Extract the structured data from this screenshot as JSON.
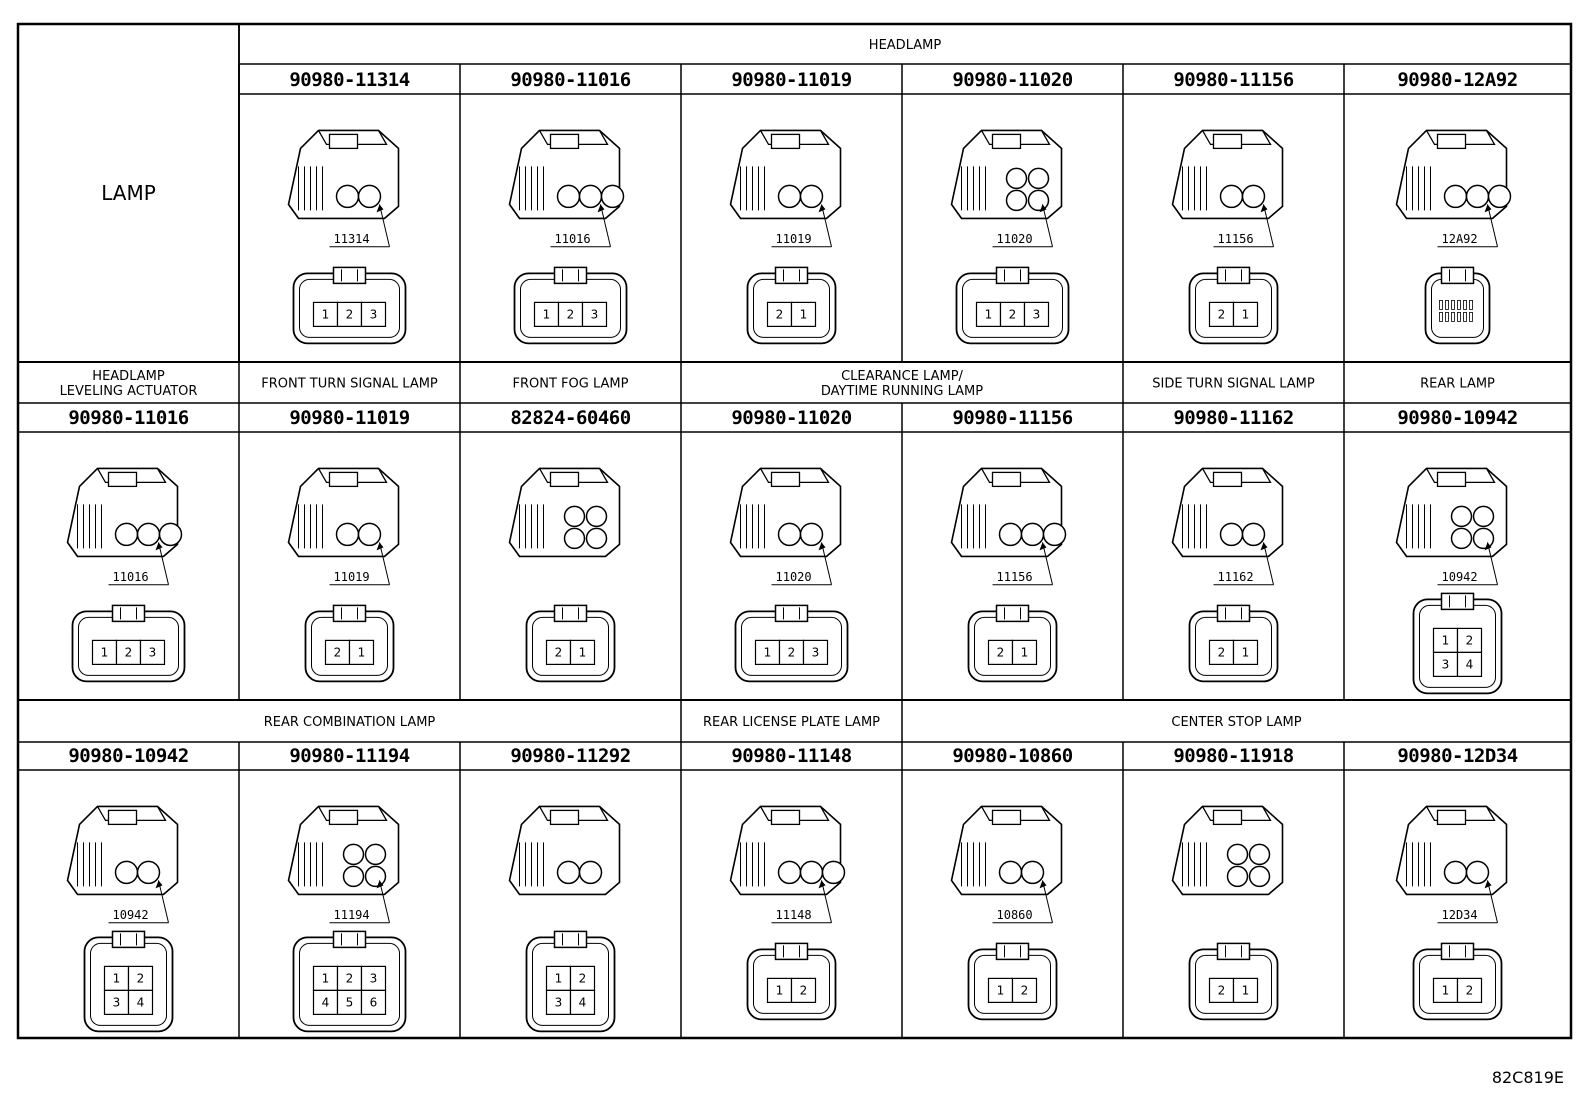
{
  "corner_label": "LAMP",
  "figure_code": "82C819E",
  "rows": [
    {
      "groups": [
        {
          "label": [
            "HEADLAMP"
          ],
          "span": [
            1,
            6
          ]
        }
      ],
      "cells": [
        {
          "part": "90980-11314",
          "callout": "11314",
          "pins": [
            "1",
            "2",
            "3"
          ]
        },
        {
          "part": "90980-11016",
          "callout": "11016",
          "pins": [
            "1",
            "2",
            "3"
          ]
        },
        {
          "part": "90980-11019",
          "callout": "11019",
          "pins": [
            "2",
            "1"
          ]
        },
        {
          "part": "90980-11020",
          "callout": "11020",
          "pins": [
            "1",
            "2",
            "3"
          ]
        },
        {
          "part": "90980-11156",
          "callout": "11156",
          "pins": [
            "2",
            "1"
          ]
        },
        {
          "part": "90980-12A92",
          "callout": "12A92",
          "pins": []
        }
      ]
    },
    {
      "groups": [
        {
          "label": [
            "HEADLAMP",
            "LEVELING ACTUATOR"
          ],
          "span": [
            0,
            1
          ]
        },
        {
          "label": [
            "FRONT TURN SIGNAL LAMP"
          ],
          "span": [
            1,
            1
          ]
        },
        {
          "label": [
            "FRONT FOG LAMP"
          ],
          "span": [
            2,
            1
          ]
        },
        {
          "label": [
            "CLEARANCE LAMP/",
            "DAYTIME RUNNING LAMP"
          ],
          "span": [
            3,
            2
          ]
        },
        {
          "label": [
            "SIDE TURN SIGNAL LAMP"
          ],
          "span": [
            5,
            1
          ]
        },
        {
          "label": [
            "REAR LAMP"
          ],
          "span": [
            6,
            1
          ]
        }
      ],
      "cells": [
        {
          "part": "90980-11016",
          "callout": "11016",
          "pins": [
            "1",
            "2",
            "3"
          ]
        },
        {
          "part": "90980-11019",
          "callout": "11019",
          "pins": [
            "2",
            "1"
          ]
        },
        {
          "part": "82824-60460",
          "callout": "",
          "pins": [
            "2",
            "1"
          ]
        },
        {
          "part": "90980-11020",
          "callout": "11020",
          "pins": [
            "1",
            "2",
            "3"
          ]
        },
        {
          "part": "90980-11156",
          "callout": "11156",
          "pins": [
            "2",
            "1"
          ]
        },
        {
          "part": "90980-11162",
          "callout": "11162",
          "pins": [
            "2",
            "1"
          ]
        },
        {
          "part": "90980-10942",
          "callout": "10942",
          "pins": [
            "1",
            "2",
            "3",
            "4"
          ]
        }
      ]
    },
    {
      "groups": [
        {
          "label": [
            "REAR COMBINATION LAMP"
          ],
          "span": [
            0,
            3
          ]
        },
        {
          "label": [
            "REAR LICENSE PLATE LAMP"
          ],
          "span": [
            3,
            1
          ]
        },
        {
          "label": [
            "CENTER STOP LAMP"
          ],
          "span": [
            4,
            3
          ]
        }
      ],
      "cells": [
        {
          "part": "90980-10942",
          "callout": "10942",
          "pins": [
            "1",
            "2",
            "3",
            "4"
          ]
        },
        {
          "part": "90980-11194",
          "callout": "11194",
          "pins": [
            "1",
            "2",
            "3",
            "4",
            "5",
            "6"
          ]
        },
        {
          "part": "90980-11292",
          "callout": "",
          "pins": [
            "1",
            "2",
            "3",
            "4"
          ]
        },
        {
          "part": "90980-11148",
          "callout": "11148",
          "pins": [
            "1",
            "2"
          ]
        },
        {
          "part": "90980-10860",
          "callout": "10860",
          "pins": [
            "1",
            "2"
          ]
        },
        {
          "part": "90980-11918",
          "callout": "",
          "pins": [
            "2",
            "1"
          ]
        },
        {
          "part": "90980-12D34",
          "callout": "12D34",
          "pins": [
            "1",
            "2"
          ]
        }
      ]
    }
  ]
}
